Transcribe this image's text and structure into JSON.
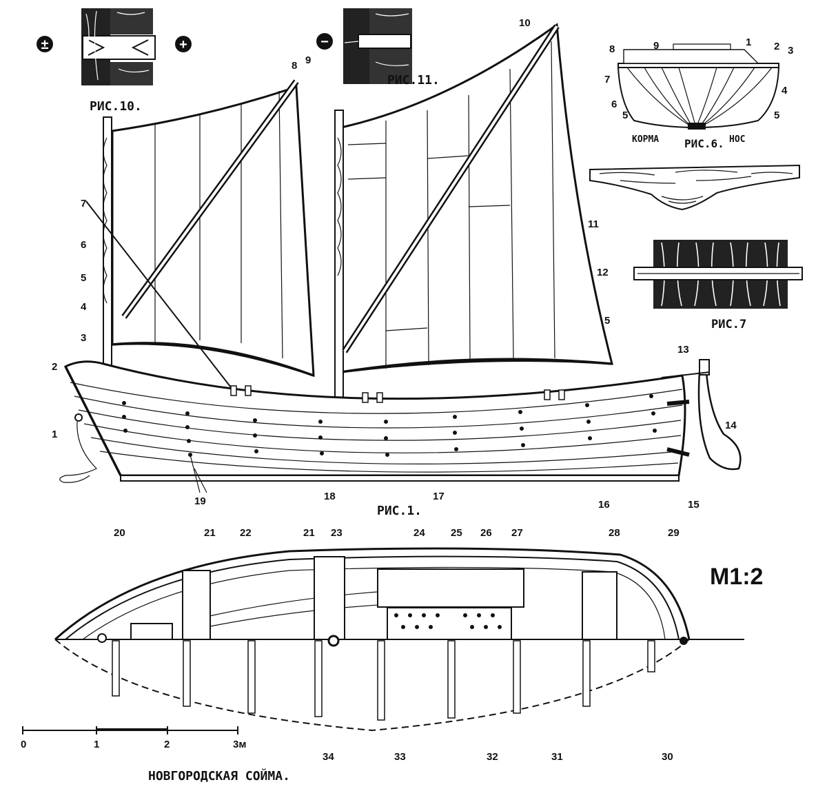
{
  "captions": {
    "fig1": "РИС.1.",
    "fig6": "РИС.6.",
    "fig7": "РИС.7",
    "fig10": "РИС.10.",
    "fig11": "РИС.11.",
    "stern": "КОРМА",
    "bow": "НОС",
    "scale_ratio": "М1:2",
    "title": "НОВГОРОДСКАЯ СОЙМА."
  },
  "symbols": {
    "plus": "+",
    "minus": "−",
    "plus_minus": "±"
  },
  "scale_bar": {
    "ticks": [
      "0",
      "1",
      "2",
      "3м"
    ]
  },
  "callouts_fig1": [
    "1",
    "2",
    "3",
    "4",
    "5",
    "6",
    "7",
    "8",
    "9",
    "10",
    "11",
    "12",
    "5",
    "13",
    "14",
    "15",
    "16",
    "17",
    "18",
    "19"
  ],
  "callouts_fig6": [
    "1",
    "2",
    "3",
    "4",
    "5",
    "5",
    "6",
    "7",
    "8",
    "9"
  ],
  "callouts_plan": [
    "20",
    "21",
    "22",
    "21",
    "23",
    "24",
    "25",
    "26",
    "27",
    "28",
    "29",
    "30",
    "31",
    "32",
    "33",
    "34"
  ]
}
